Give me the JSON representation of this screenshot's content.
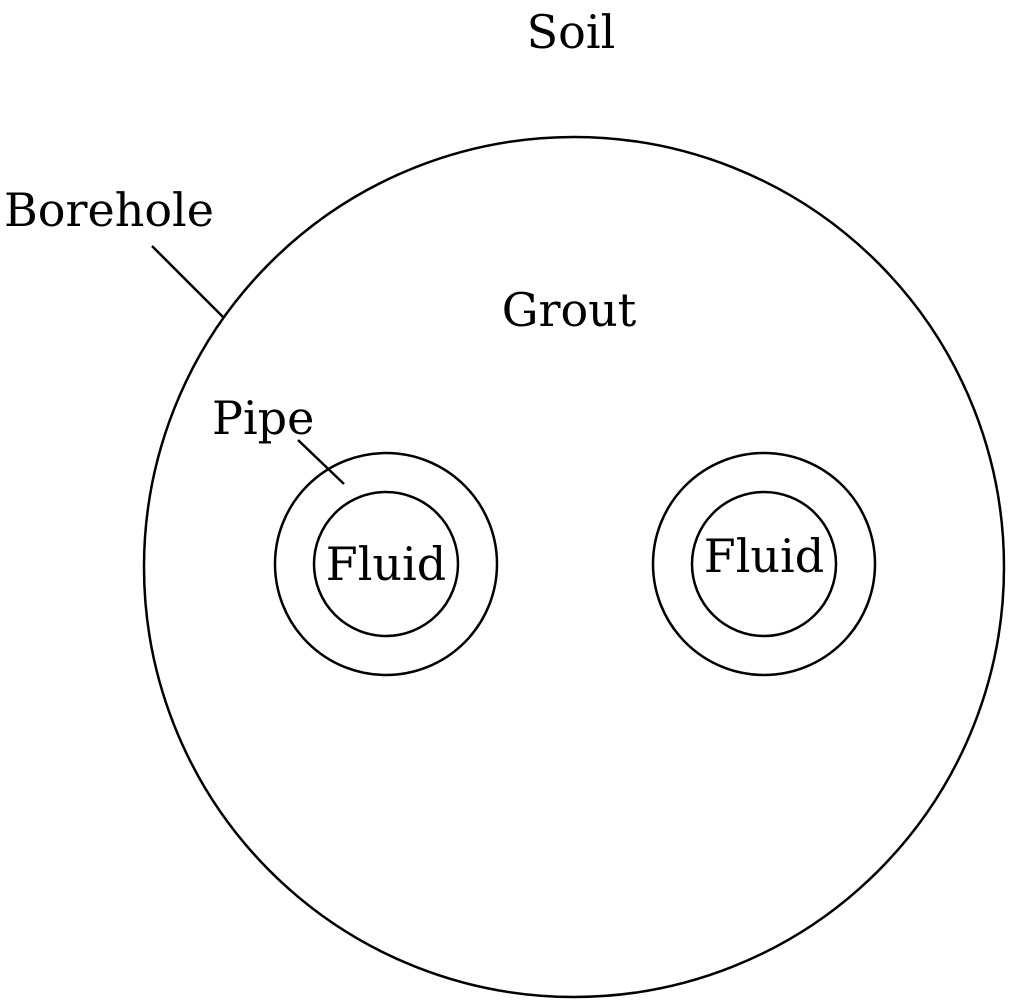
{
  "labels": {
    "soil": "Soil",
    "borehole": "Borehole",
    "grout": "Grout",
    "pipe": "Pipe",
    "fluid_left": "Fluid",
    "fluid_right": "Fluid"
  },
  "colors": {
    "stroke": "#000000",
    "background": "#ffffff"
  }
}
